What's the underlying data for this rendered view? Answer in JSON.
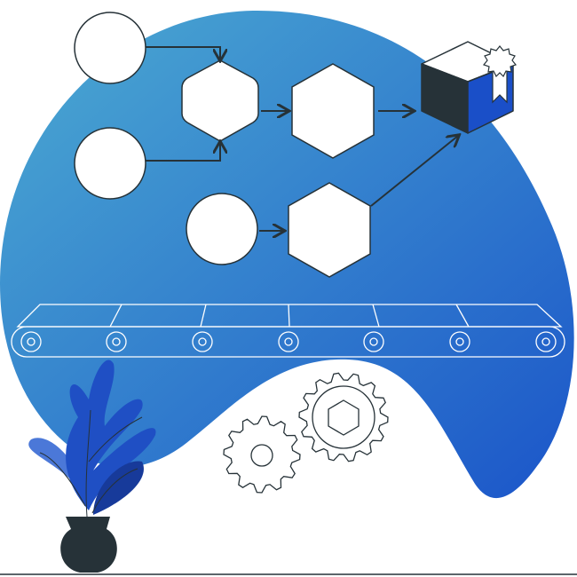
{
  "colors": {
    "gradient_start": "#4cabd2",
    "gradient_end": "#1b55c9",
    "outline": "#263238",
    "box_dark": "#263238",
    "box_blue": "#1a4fc8",
    "leaf_light": "#4b78d8",
    "leaf_mid": "#1f4fc4",
    "leaf_dark": "#173a9a",
    "belt_line": "#ffffff"
  },
  "icons": [
    "input-circle",
    "process-hexagon",
    "product-box-icon",
    "award-badge-icon",
    "conveyor-belt",
    "gear-icon",
    "plant-icon"
  ]
}
